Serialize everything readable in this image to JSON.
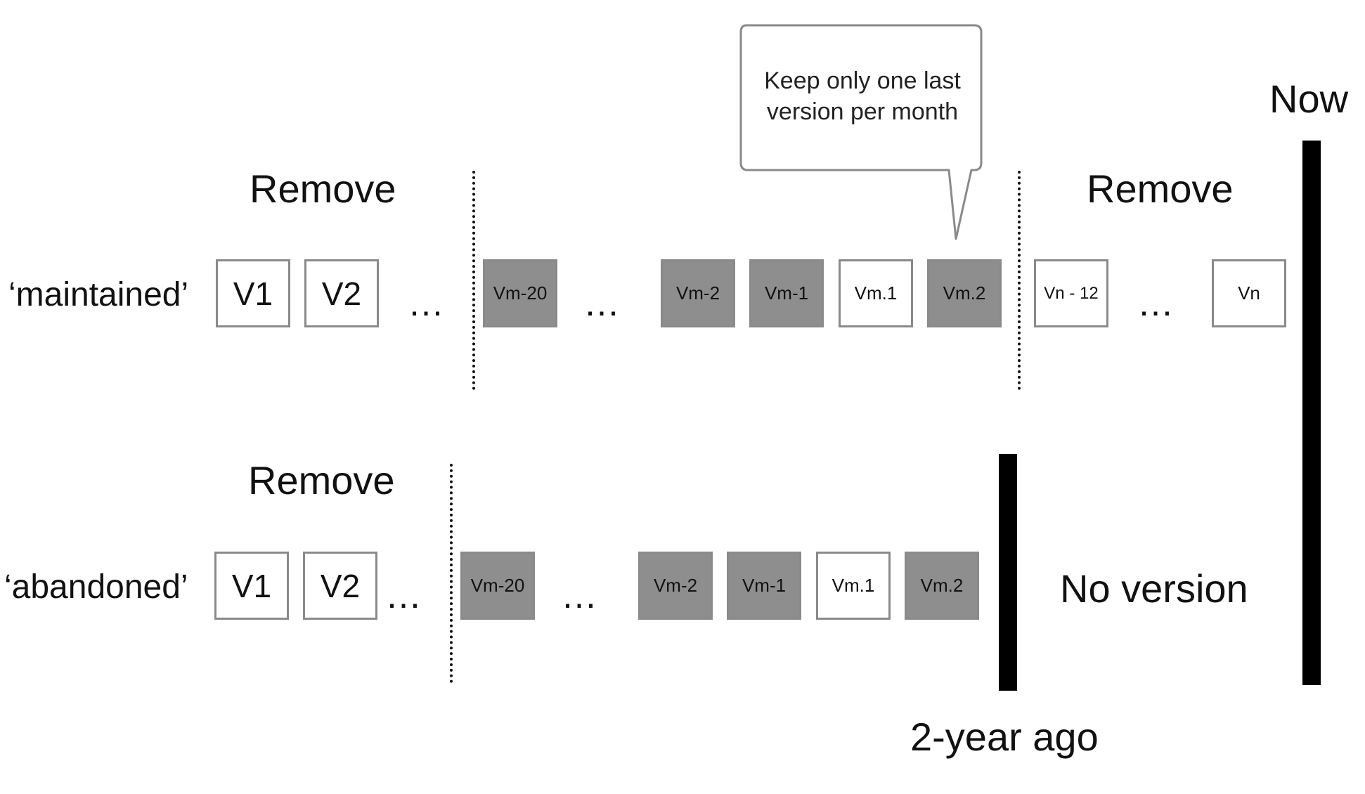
{
  "rows": {
    "maintained": {
      "label": "‘maintained’",
      "boxes": [
        "V1",
        "V2",
        "Vm-20",
        "Vm-2",
        "Vm-1",
        "Vm.1",
        "Vm.2",
        "Vn - 12",
        "Vn"
      ],
      "dots": [
        "…",
        "…",
        "…"
      ]
    },
    "abandoned": {
      "label": "‘abandoned’",
      "boxes": [
        "V1",
        "V2",
        "Vm-20",
        "Vm-2",
        "Vm-1",
        "Vm.1",
        "Vm.2"
      ],
      "dots": [
        "…",
        "…"
      ]
    }
  },
  "regions": {
    "maintained_left": "Remove",
    "maintained_right": "Remove",
    "abandoned_left": "Remove",
    "abandoned_right": "No version"
  },
  "callout": {
    "line1": "Keep only one last",
    "line2": "version per month"
  },
  "markers": {
    "now": "Now",
    "two_years": "2-year ago"
  },
  "colors": {
    "kept_box": "#8e8e8e",
    "removed_box": "#ffffff",
    "border": "#8a8a8a",
    "bar": "#000000"
  }
}
